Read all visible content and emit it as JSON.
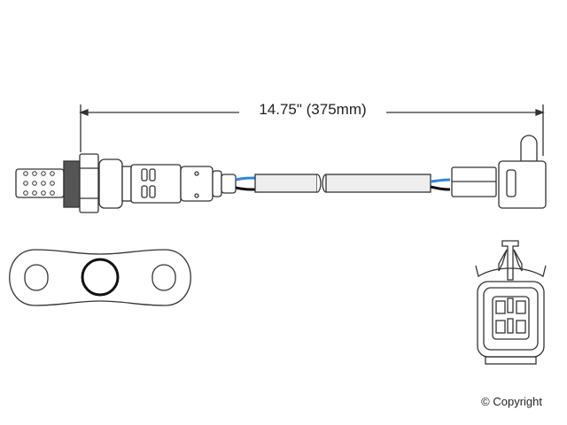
{
  "dimension": {
    "label": "14.75\" (375mm)"
  },
  "copyright": "© Copyright",
  "colors": {
    "wire_blue": "#2f86d6",
    "wire_black": "#111111",
    "outline": "#333333"
  },
  "parts": [
    "oxygen-sensor",
    "mounting-gasket",
    "connector-face"
  ]
}
